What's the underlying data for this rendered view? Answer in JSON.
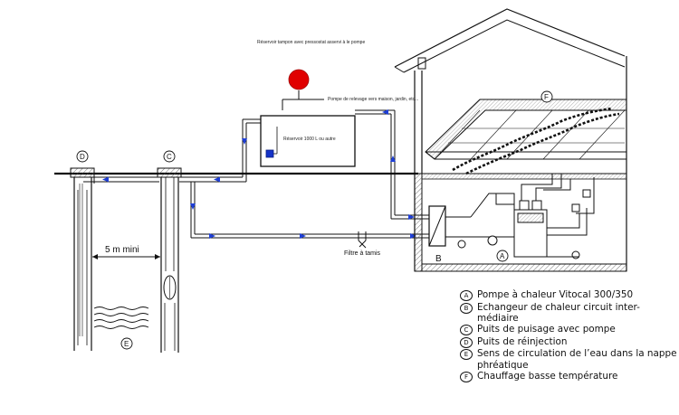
{
  "labels": {
    "buffer_tank_note": "Réservoir tampon avec pressostat asservi à le pompe",
    "pump_note": "Pompe de relevage vers maison, jardin, etc...",
    "tank_label": "Réservoir 1000 L ou autre",
    "distance": "5 m mini",
    "filter": "Filtre à tamis"
  },
  "markers": {
    "a": "A",
    "b": "B",
    "c": "C",
    "d": "D",
    "e": "E",
    "f": "F"
  },
  "legend": [
    {
      "letter": "A",
      "text": "Pompe à chaleur Vitocal 300/350"
    },
    {
      "letter": "B",
      "text": "Echangeur de chaleur circuit inter-médiaire"
    },
    {
      "letter": "C",
      "text": "Puits de puisage avec pompe"
    },
    {
      "letter": "D",
      "text": "Puits de réinjection"
    },
    {
      "letter": "E",
      "text": "Sens de circulation de l’eau dans la nappe phréatique"
    },
    {
      "letter": "F",
      "text": "Chauffage basse température"
    }
  ],
  "colors": {
    "line": "#111111",
    "flow_arrow": "#1f3fd6",
    "expansion_vessel": "#e00000",
    "tank_pump": "#1533c8"
  }
}
